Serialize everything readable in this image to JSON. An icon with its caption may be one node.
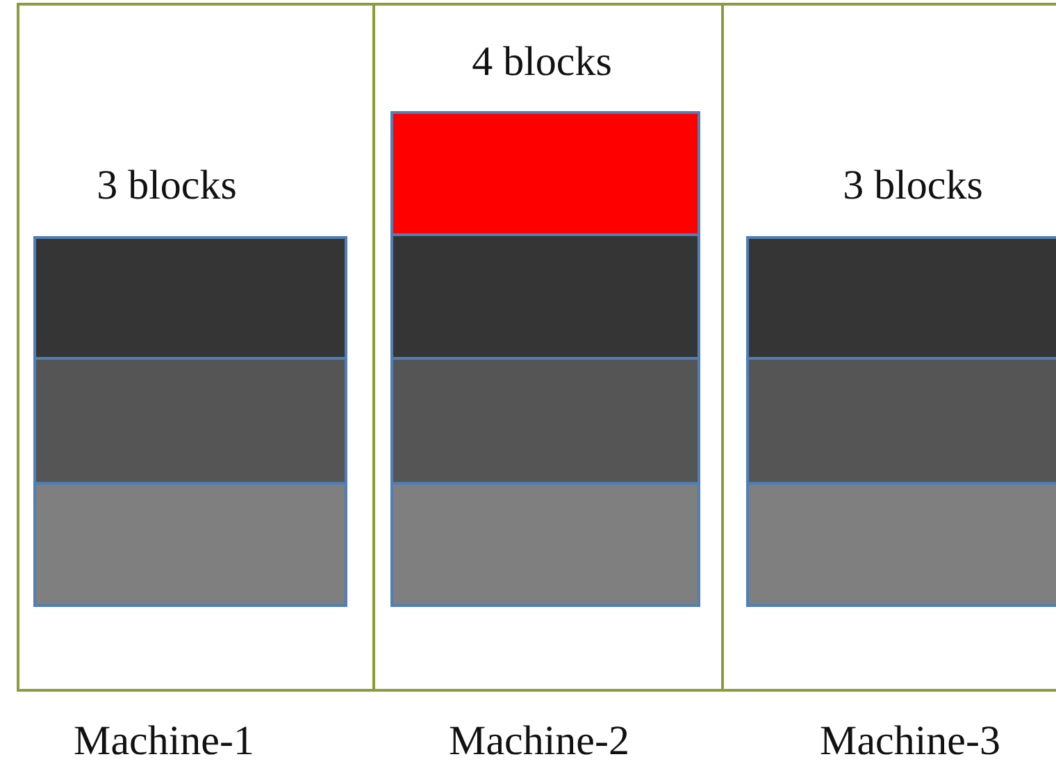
{
  "diagram": {
    "nodes": [
      {
        "text": [
          "3 blocks",
          "Machine-1"
        ]
      },
      {
        "text": [],
        "shape": "box",
        "in": 0
      },
      {
        "text": [],
        "shape": "box",
        "in": 0
      },
      {
        "text": [],
        "shape": "box",
        "in": 0
      },
      {
        "text": [
          "4 blocks",
          "Machine-2"
        ]
      },
      {
        "text": [],
        "shape": "box",
        "in": 4
      },
      {
        "text": [],
        "shape": "box",
        "in": 4
      },
      {
        "text": [],
        "shape": "box",
        "in": 4
      },
      {
        "text": [],
        "shape": "box",
        "in": 4
      },
      {
        "text": [
          "3 blocks",
          "Machine-3"
        ]
      },
      {
        "text": [],
        "shape": "box",
        "in": 9
      },
      {
        "text": [],
        "shape": "box",
        "in": 9
      },
      {
        "text": [],
        "shape": "box",
        "in": 9
      }
    ]
  }
}
